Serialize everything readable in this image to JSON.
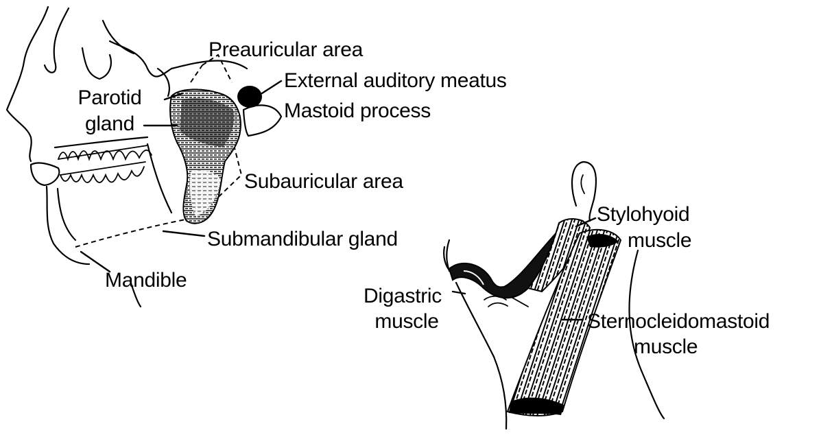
{
  "colors": {
    "ink": "#000000",
    "background": "#ffffff",
    "gland_shading": "#1a1a1a"
  },
  "labels": {
    "preauricular_area": "Preauricular area",
    "external_auditory_meatus": "External auditory meatus",
    "parotid_gland_line1": "Parotid",
    "parotid_gland_line2": "gland",
    "mastoid_process": "Mastoid process",
    "subauricular_area": "Subauricular area",
    "submandibular_gland": "Submandibular gland",
    "mandible": "Mandible",
    "stylohyoid_line1": "Stylohyoid",
    "stylohyoid_line2": "muscle",
    "digastric_line1": "Digastric",
    "digastric_line2": "muscle",
    "sternocleidomastoid_line1": "Sternocleidomastoid",
    "sternocleidomastoid_line2": "muscle"
  }
}
